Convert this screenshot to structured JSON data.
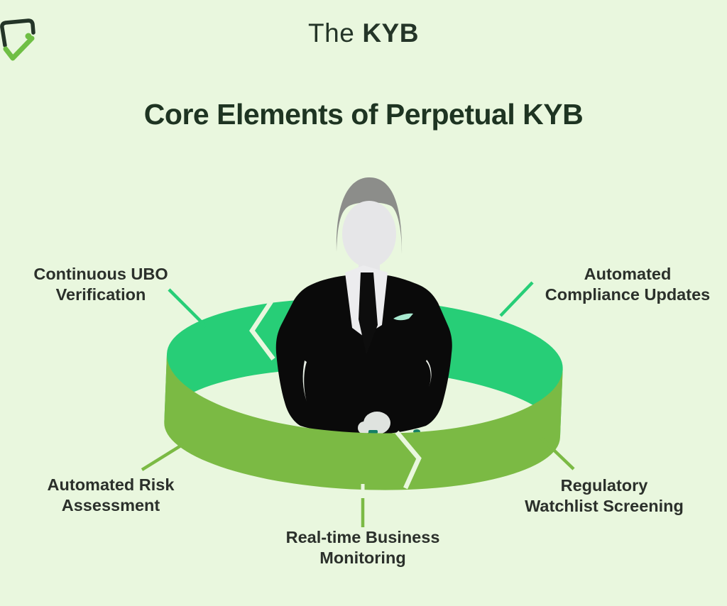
{
  "logo": {
    "icon": "kyb-check-logo-icon",
    "the": "The",
    "kyb": "KYB"
  },
  "title": "Core Elements of Perpetual KYB",
  "center_figure": "businessman-avatar",
  "ring": {
    "style": "3d-ribbon-loop",
    "back_color_name": "emerald",
    "front_color_name": "apple-green",
    "notches": [
      "left-back-chevron",
      "bottom-front-chevron"
    ]
  },
  "elements": [
    {
      "label": "Continuous UBO\nVerification",
      "position": "top-left"
    },
    {
      "label": "Automated\nCompliance Updates",
      "position": "top-right"
    },
    {
      "label": "Automated Risk\nAssessment",
      "position": "bottom-left"
    },
    {
      "label": "Regulatory\nWatchlist Screening",
      "position": "bottom-right"
    },
    {
      "label": "Real-time Business\nMonitoring",
      "position": "bottom-center"
    }
  ],
  "colors": {
    "bg": "#e9f7de",
    "emerald": "#27ce77",
    "apple": "#7bba44",
    "title": "#1e3422",
    "label": "#2b302b",
    "suit": "#0a0a0a",
    "face": "#e6e6e8",
    "hair": "#8c8d8a",
    "shirt": "#ececee",
    "hand": "#dfe3df",
    "mint": "#a9ead0",
    "teal": "#157f66",
    "logo_dark": "#243528",
    "logo_green": "#6fbf44"
  }
}
